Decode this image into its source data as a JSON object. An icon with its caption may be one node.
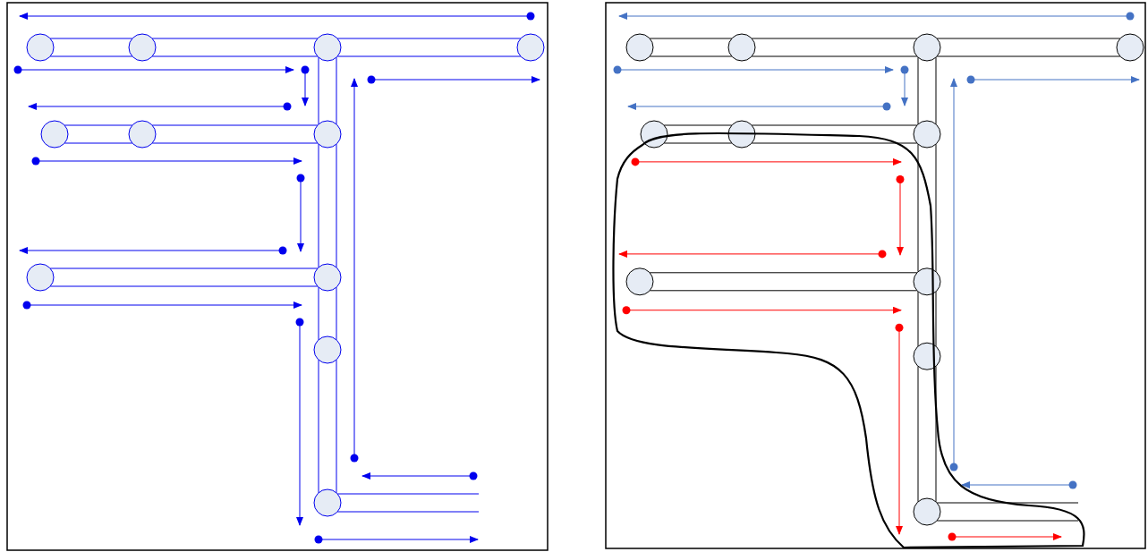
{
  "diagram": {
    "nodes": [
      {
        "text": [],
        "shape": "circle"
      },
      {
        "text": [],
        "shape": "circle"
      },
      {
        "text": [],
        "shape": "circle"
      },
      {
        "text": [],
        "shape": "circle"
      },
      {
        "text": [],
        "shape": "circle"
      },
      {
        "text": [],
        "shape": "circle"
      },
      {
        "text": [],
        "shape": "circle"
      },
      {
        "text": [],
        "shape": "circle"
      },
      {
        "text": [],
        "shape": "circle"
      },
      {
        "text": [],
        "shape": "circle"
      },
      {
        "text": [],
        "shape": "circle"
      },
      {
        "text": [],
        "shape": "circle"
      },
      {
        "text": [],
        "shape": "circle"
      },
      {
        "text": [],
        "shape": "circle"
      },
      {
        "text": [],
        "shape": "circle"
      },
      {
        "text": [],
        "shape": "circle"
      },
      {
        "text": [],
        "shape": "circle"
      },
      {
        "text": [],
        "shape": "circle"
      },
      {
        "text": [],
        "shape": "circle"
      },
      {
        "text": [],
        "shape": "circle"
      },
      {
        "text": [],
        "shape": "circle"
      },
      {
        "text": [],
        "shape": "circle"
      }
    ],
    "edges": [
      {
        "from": 0,
        "to": 1,
        "arrow": "none"
      },
      {
        "from": 1,
        "to": 2,
        "arrow": "none"
      },
      {
        "from": 2,
        "to": 3,
        "arrow": "none"
      },
      {
        "from": 4,
        "to": 5,
        "arrow": "none"
      },
      {
        "from": 5,
        "to": 6,
        "arrow": "none"
      },
      {
        "from": 2,
        "to": 6,
        "arrow": "none"
      },
      {
        "from": 6,
        "to": 8,
        "arrow": "none"
      },
      {
        "from": 7,
        "to": 8,
        "arrow": "none"
      },
      {
        "from": 8,
        "to": 9,
        "arrow": "none"
      },
      {
        "from": 9,
        "to": 10,
        "arrow": "none"
      },
      {
        "from": 10,
        "to": null,
        "arrow": "none"
      },
      {
        "from": 11,
        "to": 12,
        "arrow": "none",
        "color": "#000000"
      },
      {
        "from": 12,
        "to": 13,
        "arrow": "none",
        "color": "#000000"
      },
      {
        "from": 13,
        "to": 14,
        "arrow": "none",
        "color": "#000000"
      },
      {
        "from": 15,
        "to": 16,
        "arrow": "none",
        "color": "#000000"
      },
      {
        "from": 16,
        "to": 17,
        "arrow": "none",
        "color": "#000000"
      },
      {
        "from": 13,
        "to": 17,
        "arrow": "none",
        "color": "#000000"
      },
      {
        "from": 17,
        "to": 19,
        "arrow": "none",
        "color": "#000000"
      },
      {
        "from": 18,
        "to": 19,
        "arrow": "none",
        "color": "#000000"
      },
      {
        "from": 19,
        "to": 20,
        "arrow": "none",
        "color": "#000000"
      },
      {
        "from": 20,
        "to": 21,
        "arrow": "none",
        "color": "#000000"
      },
      {
        "from": 21,
        "to": null,
        "arrow": "none",
        "color": "#000000"
      }
    ]
  }
}
